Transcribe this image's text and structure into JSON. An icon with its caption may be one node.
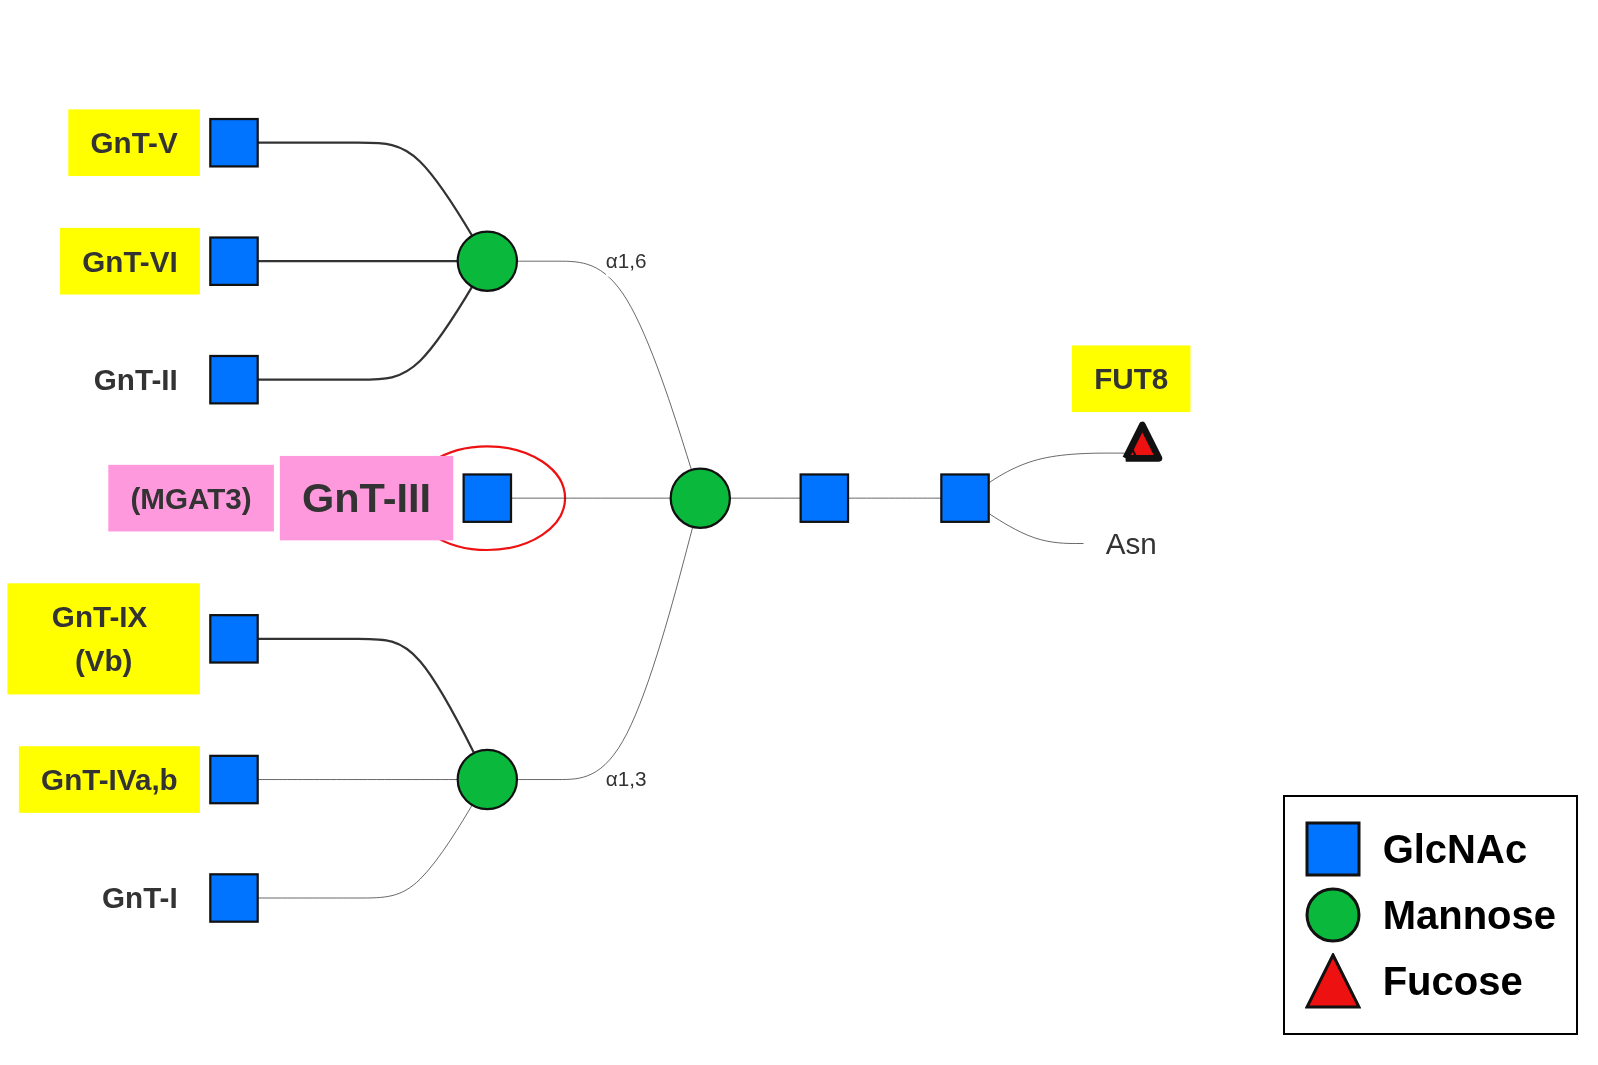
{
  "diagram": {
    "nodes": [
      {
        "text": [],
        "shape": "box",
        "beside": [
          "GnT-V"
        ]
      },
      {
        "text": [],
        "shape": "box",
        "beside": [
          "GnT-VI"
        ]
      },
      {
        "text": [],
        "shape": "box",
        "beside": [
          "GnT-II"
        ]
      },
      {
        "text": [],
        "shape": "circle"
      },
      {
        "text": [],
        "shape": "box",
        "in": 3,
        "beside": [
          "(MGAT3)",
          "GnT-III"
        ]
      },
      {
        "text": [],
        "shape": "box",
        "beside": [
          "GnT-IX (Vb)"
        ]
      },
      {
        "text": [],
        "shape": "box",
        "beside": [
          "GnT-IVa,b"
        ]
      },
      {
        "text": [],
        "shape": "box",
        "beside": [
          "GnT-I"
        ]
      },
      {
        "text": [],
        "shape": "circle"
      },
      {
        "text": [],
        "shape": "circle"
      },
      {
        "text": [],
        "shape": "circle"
      },
      {
        "text": [],
        "shape": "box"
      },
      {
        "text": [],
        "shape": "triangle",
        "beside": [
          "FUT8"
        ]
      },
      {
        "text": [],
        "shape": "box"
      },
      {
        "text": [
          "Asn"
        ]
      }
    ],
    "edges": [
      {
        "from": 0,
        "to": 8,
        "arrow": "none"
      },
      {
        "from": 1,
        "to": 8,
        "arrow": "none"
      },
      {
        "from": 2,
        "to": 8,
        "arrow": "none"
      },
      {
        "from": 5,
        "to": 9,
        "arrow": "none"
      },
      {
        "from": 6,
        "to": 9,
        "arrow": "none"
      },
      {
        "from": 7,
        "to": 9,
        "arrow": "none"
      },
      {
        "from": 8,
        "to": 10,
        "label": "α1,6",
        "arrow": "none"
      },
      {
        "from": 4,
        "to": 10,
        "arrow": "none"
      },
      {
        "from": 9,
        "to": 10,
        "label": "α1,3",
        "arrow": "none"
      },
      {
        "from": 10,
        "to": 11,
        "arrow": "none"
      },
      {
        "from": 11,
        "to": 13,
        "arrow": "none"
      },
      {
        "from": 13,
        "to": 12,
        "arrow": "none"
      },
      {
        "from": 13,
        "to": 14,
        "arrow": "none"
      }
    ],
    "legend": [
      {
        "text": "GlcNAc",
        "color": "#0073ff"
      },
      {
        "text": "Mannose",
        "color": "#0ab83c"
      },
      {
        "text": "Fucose",
        "color": "#ee1111"
      }
    ]
  }
}
